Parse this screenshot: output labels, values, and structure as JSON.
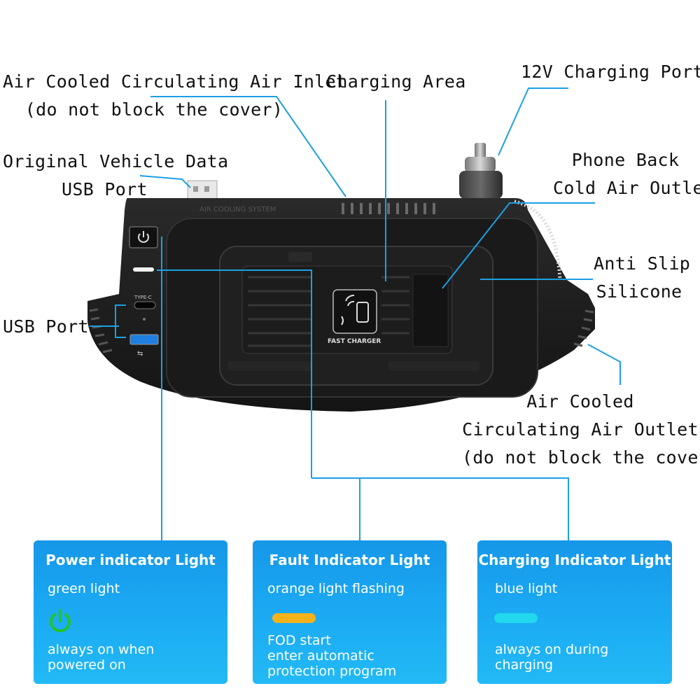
{
  "callouts": {
    "air_inlet": [
      "Air Cooled Circulating Air Inlet",
      "(do not block the cover)"
    ],
    "charging_area": "Charging Area",
    "charging_port": "12V Charging Port",
    "data_usb": [
      "Original Vehicle Data",
      "USB Port"
    ],
    "cold_air": [
      "Phone Back",
      "Cold Air Outlet"
    ],
    "anti_slip": [
      "Anti Slip",
      "Silicone"
    ],
    "usb_port": "USB Port",
    "air_outlet": [
      "Air Cooled",
      "Circulating Air Outlet",
      "(do not block the cover)"
    ]
  },
  "device": {
    "vent_label": "AIR COOLING SYSTEM",
    "type_c_label": "TYPE-C",
    "pad_label": "FAST CHARGER"
  },
  "cards": [
    {
      "title": "Power indicator Light",
      "subtitle": "green light",
      "description": [
        "always on when",
        "powered on"
      ],
      "indicator_color": "#22c42a"
    },
    {
      "title": "Fault Indicator Light",
      "subtitle": "orange light flashing",
      "description": [
        "FOD start",
        "enter automatic",
        "protection program"
      ],
      "indicator_color": "#f6b21b"
    },
    {
      "title": "Charging Indicator Light",
      "subtitle": "blue light",
      "description": [
        "always on during",
        "charging"
      ],
      "indicator_color": "#22d8ee"
    }
  ],
  "colors": {
    "line": "#1c9fe3",
    "card": "#1aa3ef",
    "device": "#1e1e1e"
  }
}
